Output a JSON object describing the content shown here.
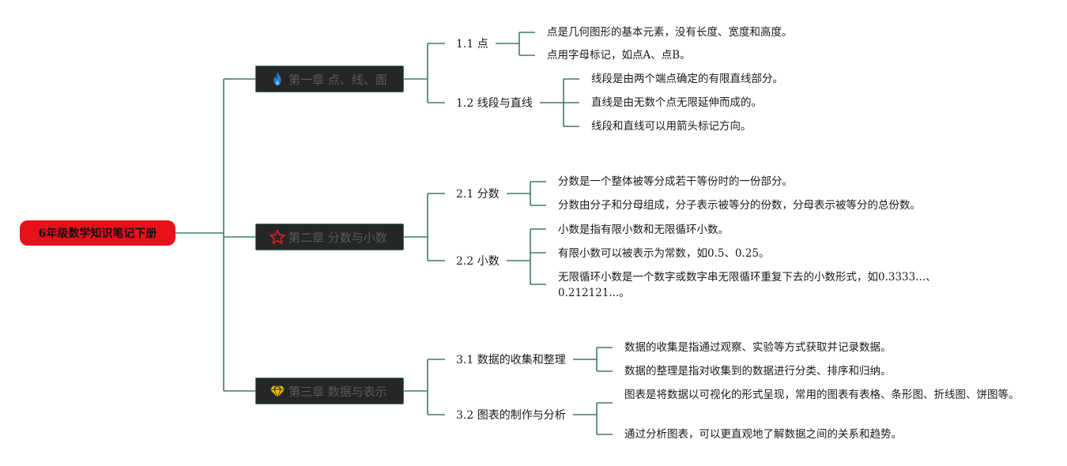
{
  "root": {
    "title": "6年级数学知识笔记下册"
  },
  "chapters": [
    {
      "title": "第一章 点、线、面",
      "icon": "flame-icon",
      "icon_color": "#1e7fd6",
      "sections": [
        {
          "title": "1.1 点",
          "points": [
            "点是几何图形的基本元素，没有长度、宽度和高度。",
            "点用字母标记，如点A、点B。"
          ]
        },
        {
          "title": "1.2 线段与直线",
          "points": [
            "线段是由两个端点确定的有限直线部分。",
            "直线是由无数个点无限延伸而成的。",
            "线段和直线可以用箭头标记方向。"
          ]
        }
      ]
    },
    {
      "title": "第二章 分数与小数",
      "icon": "star-outline-icon",
      "icon_color": "#d82020",
      "sections": [
        {
          "title": "2.1 分数",
          "points": [
            "分数是一个整体被等分成若干等份时的一份部分。",
            "分数由分子和分母组成，分子表示被等分的份数，分母表示被等分的总份数。"
          ]
        },
        {
          "title": "2.2 小数",
          "points": [
            "小数是指有限小数和无限循环小数。",
            "有限小数可以被表示为常数，如0.5、0.25。",
            "无限循环小数是一个数字或数字串无限循环重复下去的小数形式，如0.3333...、0.212121...。"
          ]
        }
      ]
    },
    {
      "title": "第三章 数据与表示",
      "icon": "diamond-icon",
      "icon_color": "#f2c200",
      "sections": [
        {
          "title": "3.1 数据的收集和整理",
          "points": [
            "数据的收集是指通过观察、实验等方式获取并记录数据。",
            "数据的整理是指对收集到的数据进行分类、排序和归纳。"
          ]
        },
        {
          "title": "3.2 图表的制作与分析",
          "points": [
            "图表是将数据以可视化的形式呈现，常用的图表有表格、条形图、折线图、饼图等。",
            "通过分析图表，可以更直观地了解数据之间的关系和趋势。"
          ]
        }
      ]
    }
  ],
  "colors": {
    "connector": "#3d7a70",
    "root_bg": "#e8111b",
    "chapter_bg": "#262626"
  }
}
